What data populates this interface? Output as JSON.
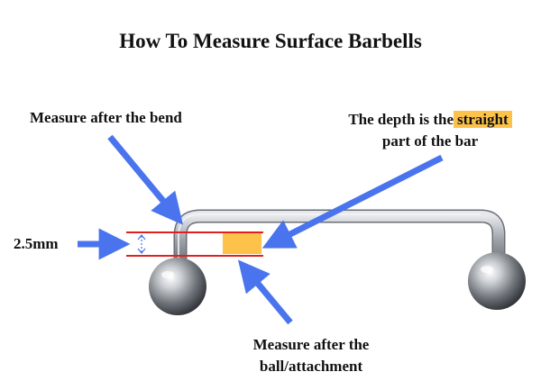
{
  "title": "How To Measure Surface Barbells",
  "labels": {
    "bend": "Measure after the bend",
    "depth_prefix": "The depth is the",
    "depth_highlight": "straight",
    "depth_suffix": "part of the bar",
    "measurement": "2.5mm",
    "after_line1": "Measure after the",
    "after_line2": "ball/attachment"
  },
  "colors": {
    "arrow": "#4a74ee",
    "highlight": "#fcc24a",
    "guide_line": "#e0201f",
    "bar": "#b8bcc2"
  }
}
